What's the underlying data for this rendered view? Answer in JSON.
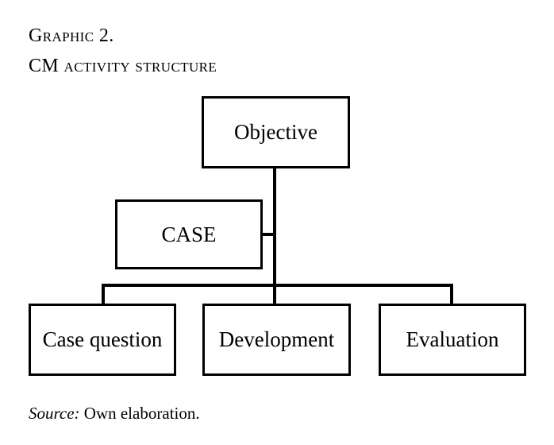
{
  "figure": {
    "caption_line_1": "Graphic 2.",
    "caption_line_2": "CM activity structure",
    "source_label": "Source:",
    "source_text": " Own elaboration."
  },
  "diagram": {
    "type": "hierarchy-flowchart",
    "orientation": "top-down",
    "line_color": "#000000",
    "box_border_color": "#000000",
    "box_fill_color": "#ffffff",
    "text_color": "#000000",
    "nodes": [
      {
        "id": "objective",
        "label": "Objective",
        "level": 0
      },
      {
        "id": "case",
        "label": "CASE",
        "level": 1
      },
      {
        "id": "case-question",
        "label": "Case question",
        "level": 2
      },
      {
        "id": "development",
        "label": "Development",
        "level": 2
      },
      {
        "id": "evaluation",
        "label": "Evaluation",
        "level": 2
      }
    ],
    "edges": [
      {
        "from": "objective",
        "to": "case"
      },
      {
        "from": "objective",
        "to": "case-question"
      },
      {
        "from": "objective",
        "to": "development"
      },
      {
        "from": "objective",
        "to": "evaluation"
      }
    ]
  }
}
